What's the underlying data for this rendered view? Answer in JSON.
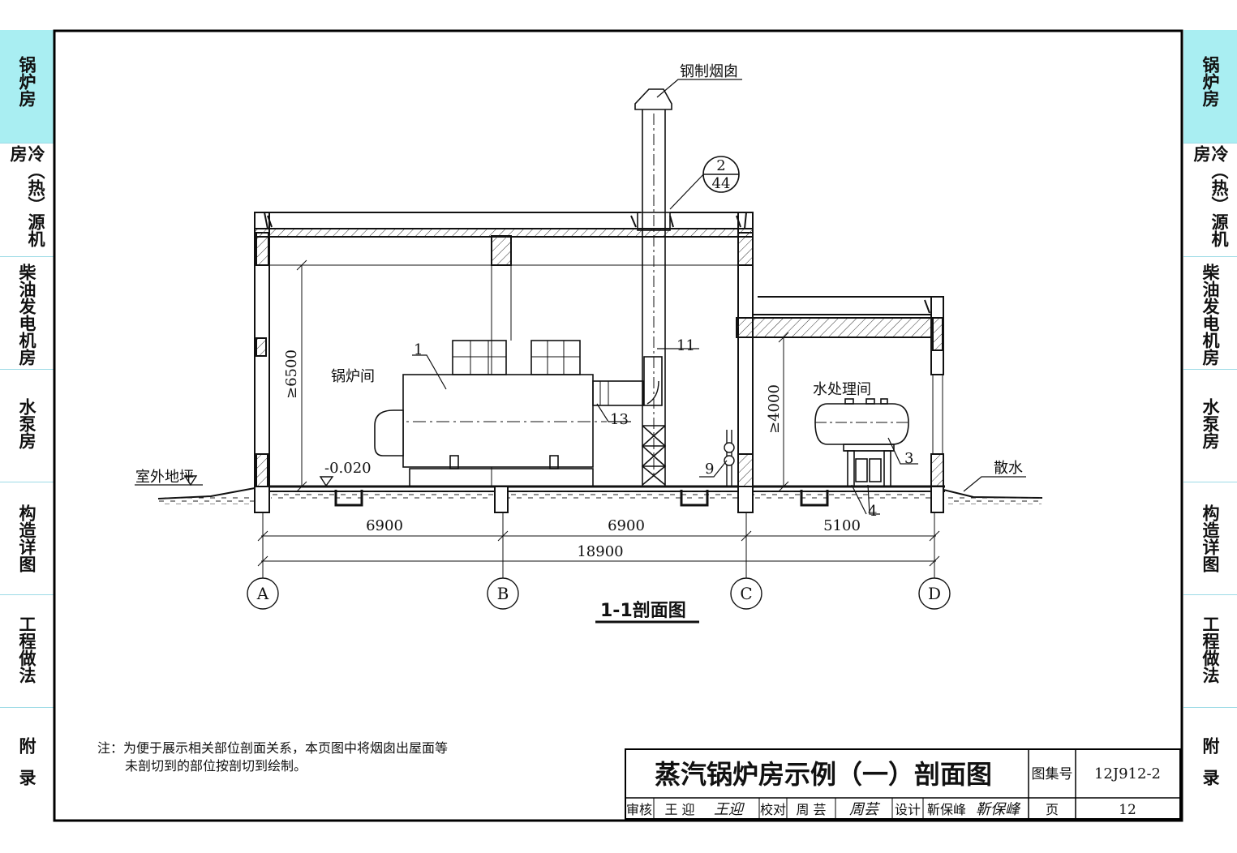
{
  "sidebar_tabs": [
    {
      "label": "锅炉房",
      "active": true
    },
    {
      "label": "冷（热）源机房",
      "active": false
    },
    {
      "label": "柴油发电机房",
      "active": false
    },
    {
      "label": "水泵房",
      "active": false
    },
    {
      "label": "构造详图",
      "active": false
    },
    {
      "label": "工程做法",
      "active": false
    },
    {
      "label": "附录",
      "active": false
    }
  ],
  "drawing": {
    "chimney_label": "钢制烟囱",
    "detail_ref": {
      "top": "2",
      "bottom": "44"
    },
    "rooms": {
      "boiler": "锅炉间",
      "water_treatment": "水处理间"
    },
    "heights": {
      "boiler": "≥6500",
      "water_treatment": "≥4000"
    },
    "outdoor_ground": "室外地坪",
    "floor_level": "-0.020",
    "apron": "散水",
    "callouts": [
      "1",
      "3",
      "4",
      "9",
      "11",
      "13"
    ],
    "spans": [
      "6900",
      "6900",
      "5100"
    ],
    "total_span": "18900",
    "axes": [
      "A",
      "B",
      "C",
      "D"
    ],
    "section_title": "1-1剖面图"
  },
  "note": {
    "line1": "注：为便于展示相关部位剖面关系，本页图中将烟囱出屋面等",
    "line2": "未剖切到的部位按剖切到绘制。"
  },
  "title_block": {
    "title": "蒸汽锅炉房示例（一）剖面图",
    "atlas_label": "图集号",
    "atlas_no": "12J912-2",
    "review_label": "审核",
    "reviewer": "王 迎",
    "reviewer_sig": "王迎",
    "check_label": "校对",
    "checker": "周 芸",
    "checker_sig": "周芸",
    "design_label": "设计",
    "designer": "靳保峰",
    "designer_sig": "靳保峰",
    "page_label": "页",
    "page_no": "12"
  }
}
